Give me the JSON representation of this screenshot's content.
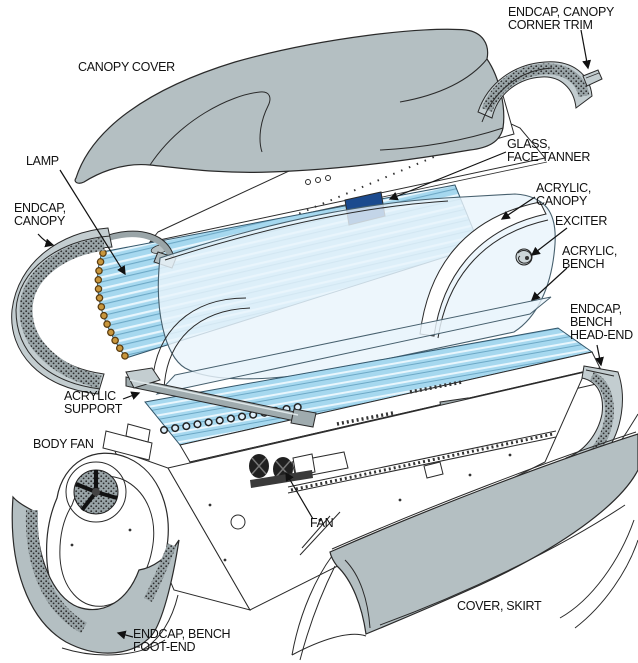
{
  "diagram": {
    "type": "exploded-parts-diagram",
    "subject": "Tanning bed exploded view with part callouts",
    "labels": {
      "canopy_cover": "CANOPY COVER",
      "endcap_canopy_corner_trim": "ENDCAP, CANOPY\nCORNER TRIM",
      "lamp": "LAMP",
      "glass_face_tanner": "GLASS,\nFACE TANNER",
      "endcap_canopy": "ENDCAP,\nCANOPY",
      "acrylic_canopy": "ACRYLIC,\nCANOPY",
      "exciter": "EXCITER",
      "acrylic_bench": "ACRYLIC,\nBENCH",
      "endcap_bench_head_end": "ENDCAP,\nBENCH\nHEAD-END",
      "acrylic_support": "ACRYLIC\nSUPPORT",
      "body_fan": "BODY FAN",
      "fan": "FAN",
      "cover_skirt": "COVER, SKIRT",
      "endcap_bench_foot_end": "ENDCAP, BENCH\nFOOT-END"
    },
    "colors": {
      "part_gray": "#b4bfc2",
      "endcap_gray": "#c3cdd0",
      "rail_gray": "#9fabae",
      "lamp_blue": "#a6d8ef",
      "lamp_stripe_light": "#e8f6fd",
      "lamp_stripe_dark": "#6ea9c6",
      "acrylic_tint": "#e9f4fb",
      "glass_navy": "#1b4a8e",
      "lamp_holder_orange": "#c8963c",
      "line": "#2a2a2a",
      "background": "#ffffff"
    }
  }
}
